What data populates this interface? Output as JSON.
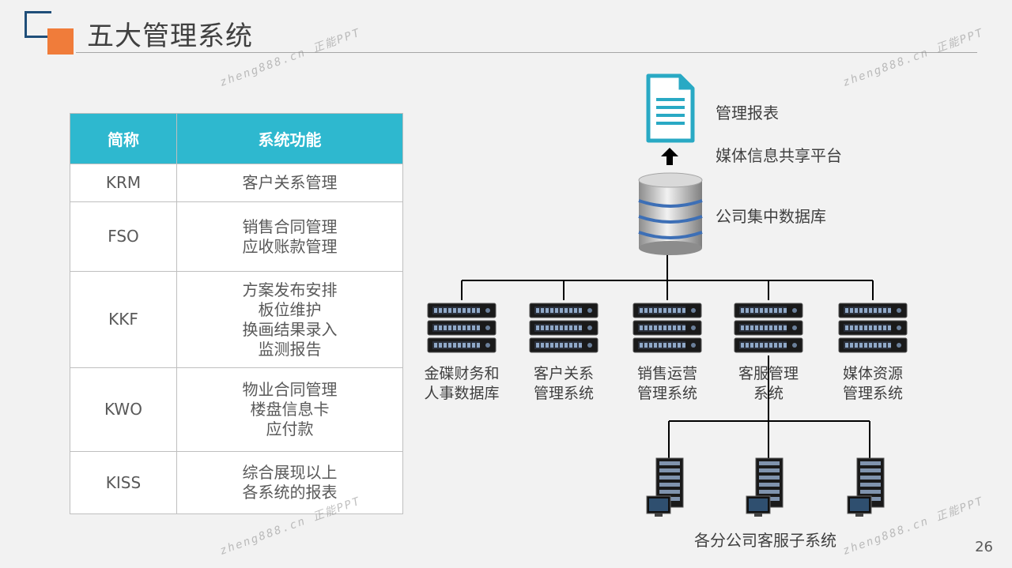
{
  "header": {
    "title": "五大管理系统"
  },
  "colors": {
    "accent_orange": "#f07c3a",
    "table_header": "#2eb8cf",
    "logo_blue": "#1f4e79",
    "doc_teal": "#29a9c4"
  },
  "table": {
    "headers": [
      "简称",
      "系统功能"
    ],
    "rows": [
      {
        "abbr": "KRM",
        "lines": [
          "客户关系管理"
        ]
      },
      {
        "abbr": "FSO",
        "lines": [
          "销售合同管理",
          "应收账款管理"
        ]
      },
      {
        "abbr": "KKF",
        "lines": [
          "方案发布安排",
          "板位维护",
          "换画结果录入",
          "监测报告"
        ]
      },
      {
        "abbr": "KWO",
        "lines": [
          "物业合同管理",
          "楼盘信息卡",
          "应付款"
        ]
      },
      {
        "abbr": "KISS",
        "lines": [
          "综合展现以上",
          "各系统的报表"
        ]
      }
    ]
  },
  "diagram": {
    "report_label": "管理报表",
    "platform_label": "媒体信息共享平台",
    "database_label": "公司集中数据库",
    "servers": [
      {
        "line1": "金碟财务和",
        "line2": "人事数据库"
      },
      {
        "line1": "客户关系",
        "line2": "管理系统"
      },
      {
        "line1": "销售运营",
        "line2": "管理系统"
      },
      {
        "line1": "客服管理",
        "line2": "系统"
      },
      {
        "line1": "媒体资源",
        "line2": "管理系统"
      }
    ],
    "subsystem_label": "各分公司客服子系统",
    "icons": [
      "document-icon",
      "arrow-up-icon",
      "database-icon",
      "server-icon",
      "workstation-icon"
    ]
  },
  "watermark": "zheng888.cn 正能PPT",
  "page_number": "26"
}
